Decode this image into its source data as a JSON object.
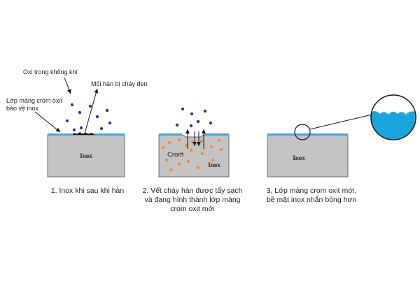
{
  "colors": {
    "block_fill": "#c3c3c3",
    "block_stroke": "#6b6b6b",
    "oxide_layer": "#49a6d8",
    "oxygen_dot": "#2f3b95",
    "chromium_dot": "#ef8a3c",
    "burn_mark": "#111111",
    "magnifier_water": "#1aa6dc"
  },
  "panel1": {
    "label_oxygen": "Oxi trong không khí",
    "label_weld": "Mối hàn bị cháy đen",
    "label_oxide_line1": "Lớp màng crom oxit",
    "label_oxide_line2": "bảo vệ inox",
    "block_label": "Inox",
    "caption": "1. Inox khi sau khi hàn"
  },
  "panel2": {
    "label_chromium": "Crom",
    "block_label": "Inox",
    "caption_line1": "2. Vết cháy hàn được tẩy sạch",
    "caption_line2": "và đang hình thành lớp màng",
    "caption_line3": "crom oxit mới"
  },
  "panel3": {
    "block_label": "Inox",
    "caption_line1": "3. Lớp màng crom oxit mới,",
    "caption_line2": "bề mặt inox nhẵn bóng hơn"
  }
}
